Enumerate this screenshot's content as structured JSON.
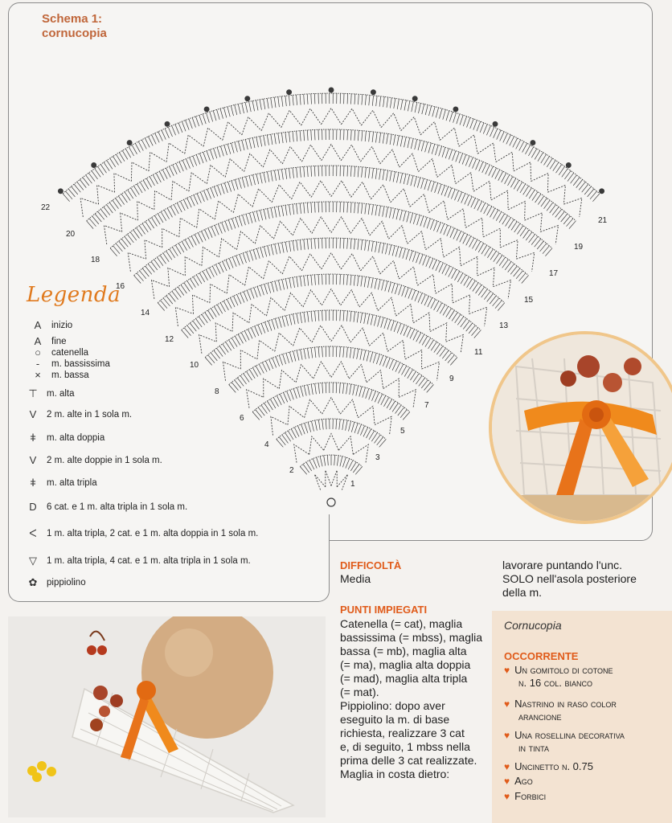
{
  "schema": {
    "title_line1": "Schema 1:",
    "title_line2": "cornucopia"
  },
  "row_numbers": [
    "1",
    "2",
    "3",
    "4",
    "5",
    "6",
    "7",
    "8",
    "9",
    "10",
    "11",
    "12",
    "13",
    "14",
    "15",
    "16",
    "17",
    "18",
    "19",
    "20",
    "21",
    "22"
  ],
  "legend": {
    "title": "Legenda",
    "items": [
      {
        "sym": "A",
        "label": "inizio"
      },
      {
        "sym": "A",
        "label": "fine"
      },
      {
        "sym": "○",
        "label": "catenella"
      },
      {
        "sym": "-",
        "label": "m. bassissima"
      },
      {
        "sym": "×",
        "label": "m. bassa"
      },
      {
        "sym": "⊤",
        "label": "m. alta"
      },
      {
        "sym": "V",
        "label": "2 m. alte in 1 sola m."
      },
      {
        "sym": "ǂ",
        "label": "m. alta doppia"
      },
      {
        "sym": "V",
        "label": "2 m. alte doppie in 1 sola m."
      },
      {
        "sym": "ǂ",
        "label": "m. alta tripla"
      },
      {
        "sym": "D",
        "label": "6 cat. e 1 m. alta tripla in 1 sola m."
      },
      {
        "sym": "ᐸ",
        "label": "1 m. alta tripla, 2 cat. e 1 m. alta doppia in 1 sola m."
      },
      {
        "sym": "▽",
        "label": "1 m. alta tripla, 4 cat. e 1 m. alta tripla in 1 sola m."
      },
      {
        "sym": "✿",
        "label": "pippiolino"
      }
    ]
  },
  "difficulty": {
    "heading": "DIFFICOLTÀ",
    "value": "Media"
  },
  "stitches": {
    "heading": "PUNTI IMPIEGATI",
    "lines": [
      "Catenella (= cat), maglia",
      "bassissima (= mbss), maglia",
      "bassa (= mb), maglia alta",
      "(= ma), maglia alta doppia",
      "(= mad), maglia alta tripla",
      "(= mat).",
      "Pippiolino: dopo aver",
      "eseguito la m. di base",
      "richiesta, realizzare 3 cat",
      "e, di seguito, 1 mbss nella",
      "prima delle 3 cat realizzate.",
      "Maglia in costa dietro:"
    ]
  },
  "continuation": {
    "lines": [
      "lavorare puntando l'unc.",
      "SOLO nell'asola posteriore",
      "della m."
    ]
  },
  "side": {
    "caption": "Cornucopia",
    "heading": "OCCORRENTE",
    "items": [
      {
        "l1": "Un gomitolo di cotone",
        "l2": "n. 16 col. bianco"
      },
      {
        "l1": "Nastrino in raso color",
        "l2": "arancione"
      },
      {
        "l1": "Una rosellina decorativa",
        "l2": "in tinta"
      },
      {
        "l1": "Uncinetto n. 0.75",
        "l2": ""
      },
      {
        "l1": "Ago",
        "l2": ""
      },
      {
        "l1": "Forbici",
        "l2": ""
      }
    ]
  },
  "colors": {
    "accent": "#e05b1a",
    "title": "#c0663a",
    "legend_title": "#e07a1e"
  }
}
